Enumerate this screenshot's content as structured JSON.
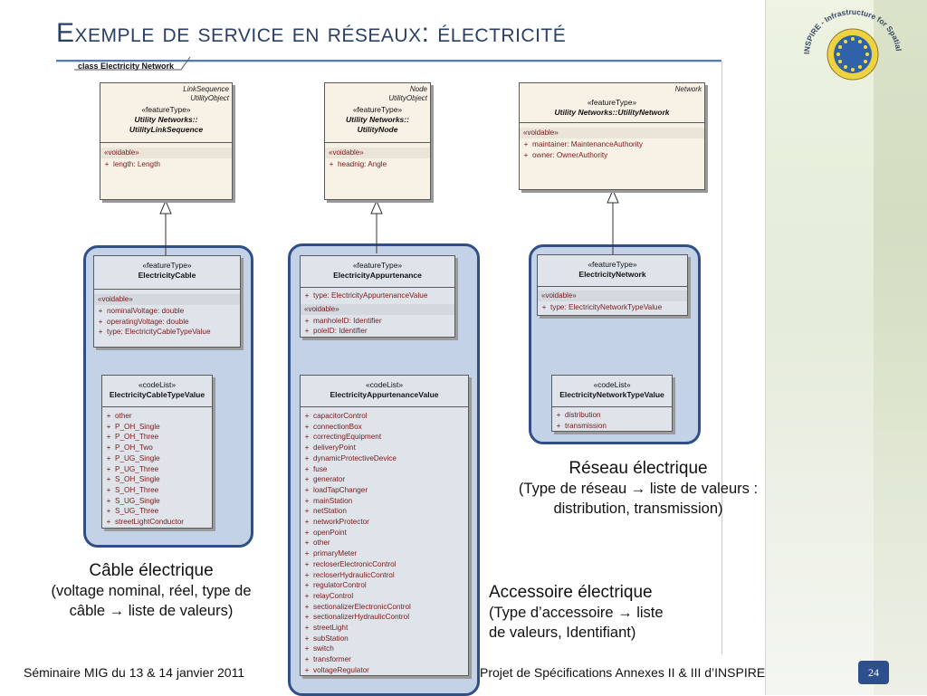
{
  "slide": {
    "title": "Exemple de service en réseaux: électricité",
    "diagram_tab": "class Electricity Network",
    "footer_left": "Séminaire MIG du 13 & 14 janvier 2011",
    "footer_right": "Projet de Spécifications Annexes II & III d’INSPIRE",
    "page_number": "24",
    "logo_text": "INSPIRE - Infrastructure for Spatial Information in Europe"
  },
  "classes": {
    "link_sequence": {
      "tags": [
        "LinkSequence",
        "UtilityObject"
      ],
      "stereotype": "«featureType»",
      "name_line1": "Utility Networks::",
      "name_line2": "UtilityLinkSequence",
      "group": "«voidable»",
      "attrs": [
        {
          "plus": "+",
          "text": "length:  Length"
        }
      ]
    },
    "node": {
      "tags": [
        "Node",
        "UtilityObject"
      ],
      "stereotype": "«featureType»",
      "name_line1": "Utility Networks::",
      "name_line2": "UtilityNode",
      "group": "«voidable»",
      "attrs": [
        {
          "plus": "+",
          "text": "headnig:  Angle"
        }
      ]
    },
    "network": {
      "tags": [
        "Network"
      ],
      "stereotype": "«featureType»",
      "name_line1": "Utility Networks::UtilityNetwork",
      "group": "«voidable»",
      "attrs": [
        {
          "plus": "+",
          "text": "maintainer:  MaintenanceAuthority"
        },
        {
          "plus": "+",
          "text": "owner:  OwnerAuthority"
        }
      ]
    },
    "electricity_cable": {
      "stereotype": "«featureType»",
      "name": "ElectricityCable",
      "group": "«voidable»",
      "attrs": [
        {
          "plus": "+",
          "text": "nominalVoltage:  double"
        },
        {
          "plus": "+",
          "text": "operatingVoltage:  double"
        },
        {
          "plus": "+",
          "text": "type:  ElectricityCableTypeValue"
        }
      ]
    },
    "electricity_appurtenance": {
      "stereotype": "«featureType»",
      "name": "ElectricityAppurtenance",
      "top_attrs": [
        {
          "plus": "+",
          "text": "type:  ElectricityAppurtenanceValue"
        }
      ],
      "group": "«voidable»",
      "attrs": [
        {
          "plus": "+",
          "text": "manholeID:  Identifier"
        },
        {
          "plus": "+",
          "text": "poleID:  Identifier"
        }
      ]
    },
    "electricity_network": {
      "stereotype": "«featureType»",
      "name": "ElectricityNetwork",
      "group": "«voidable»",
      "attrs": [
        {
          "plus": "+",
          "text": "type:  ElectricityNetworkTypeValue"
        }
      ]
    },
    "cable_type_value": {
      "stereotype": "«codeList»",
      "name": "ElectricityCableTypeValue",
      "attrs": [
        {
          "plus": "+",
          "text": "other"
        },
        {
          "plus": "+",
          "text": "P_OH_Single"
        },
        {
          "plus": "+",
          "text": "P_OH_Three"
        },
        {
          "plus": "+",
          "text": "P_OH_Two"
        },
        {
          "plus": "+",
          "text": "P_UG_Single"
        },
        {
          "plus": "+",
          "text": "P_UG_Three"
        },
        {
          "plus": "+",
          "text": "S_OH_Single"
        },
        {
          "plus": "+",
          "text": "S_OH_Three"
        },
        {
          "plus": "+",
          "text": "S_UG_Single"
        },
        {
          "plus": "+",
          "text": "S_UG_Three"
        },
        {
          "plus": "+",
          "text": "streetLightConductor"
        }
      ]
    },
    "appurtenance_value": {
      "stereotype": "«codeList»",
      "name": "ElectricityAppurtenanceValue",
      "attrs": [
        {
          "plus": "+",
          "text": "capacitorControl"
        },
        {
          "plus": "+",
          "text": "connectionBox"
        },
        {
          "plus": "+",
          "text": "correctingEquipment"
        },
        {
          "plus": "+",
          "text": "deliveryPoint"
        },
        {
          "plus": "+",
          "text": "dynamicProtectiveDevice"
        },
        {
          "plus": "+",
          "text": "fuse"
        },
        {
          "plus": "+",
          "text": "generator"
        },
        {
          "plus": "+",
          "text": "loadTapChanger"
        },
        {
          "plus": "+",
          "text": "mainStation"
        },
        {
          "plus": "+",
          "text": "netStation"
        },
        {
          "plus": "+",
          "text": "networkProtector"
        },
        {
          "plus": "+",
          "text": "openPoint"
        },
        {
          "plus": "+",
          "text": "other"
        },
        {
          "plus": "+",
          "text": "primaryMeter"
        },
        {
          "plus": "+",
          "text": "recloserElectronicControl"
        },
        {
          "plus": "+",
          "text": "recloserHydraulicControl"
        },
        {
          "plus": "+",
          "text": "regulatorControl"
        },
        {
          "plus": "+",
          "text": "relayControl"
        },
        {
          "plus": "+",
          "text": "sectionalizerElectronicControl"
        },
        {
          "plus": "+",
          "text": "sectionalizerHydraulicControl"
        },
        {
          "plus": "+",
          "text": "streetLight"
        },
        {
          "plus": "+",
          "text": "subStation"
        },
        {
          "plus": "+",
          "text": "switch"
        },
        {
          "plus": "+",
          "text": "transformer"
        },
        {
          "plus": "+",
          "text": "voltageRegulator"
        }
      ]
    },
    "network_type_value": {
      "stereotype": "«codeList»",
      "name": "ElectricityNetworkTypeValue",
      "attrs": [
        {
          "plus": "+",
          "text": "distribution"
        },
        {
          "plus": "+",
          "text": "transmission"
        }
      ]
    }
  },
  "captions": {
    "cable": {
      "l1": "Câble électrique",
      "l2": "(voltage nominal, réel, type de",
      "l3": "câble → liste de valeurs)"
    },
    "network": {
      "l1": "Réseau électrique",
      "l2": "(Type de réseau → liste de valeurs :",
      "l3": "distribution, transmission)"
    },
    "appurtenance": {
      "l1": "Accessoire électrique",
      "l2": "(Type d’accessoire → liste",
      "l3": "de valeurs, Identifiant)"
    }
  },
  "colors": {
    "title": "#2a3f66",
    "panel_border": "#2f4f86",
    "panel_fill": "#c4d2e8",
    "attr_text": "#7a1a1a",
    "page_badge": "#2d4f8e"
  }
}
